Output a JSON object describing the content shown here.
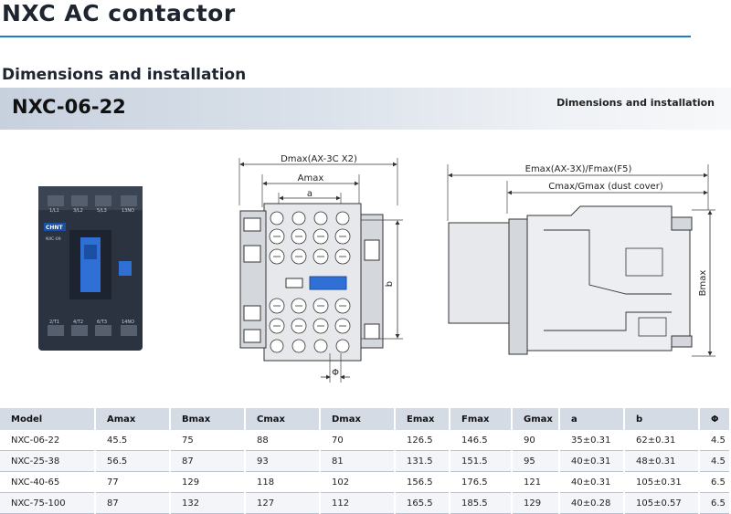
{
  "page": {
    "title": "NXC AC contactor",
    "section": "Dimensions and installation"
  },
  "band": {
    "model": "NXC-06-22",
    "label": "Dimensions and installation"
  },
  "product_photo": {
    "brand": "CHNT",
    "model": "NXC-09",
    "top_terminals": [
      "1/L1",
      "3/L2",
      "5/L3",
      "13NO"
    ],
    "bottom_terminals": [
      "2/T1",
      "4/T2",
      "6/T3",
      "14NO"
    ],
    "colors": {
      "body": "#2b3340",
      "accent": "#2f6fd6",
      "logo_bg": "#1a4fa3"
    }
  },
  "front_drawing": {
    "labels": {
      "dmax": "Dmax(AX-3C X2)",
      "amax": "Amax",
      "a": "a",
      "b": "b",
      "phi": "Φ"
    }
  },
  "side_drawing": {
    "labels": {
      "emax": "Emax(AX-3X)/Fmax(F5)",
      "cmax": "Cmax/Gmax (dust cover)",
      "bmax": "Bmax"
    }
  },
  "table": {
    "headers": [
      "Model",
      "Amax",
      "Bmax",
      "Cmax",
      "Dmax",
      "Emax",
      "Fmax",
      "Gmax",
      "a",
      "b",
      "Φ"
    ],
    "rows": [
      [
        "NXC-06-22",
        "45.5",
        "75",
        "88",
        "70",
        "126.5",
        "146.5",
        "90",
        "35±0.31",
        "62±0.31",
        "4.5"
      ],
      [
        "NXC-25-38",
        "56.5",
        "87",
        "93",
        "81",
        "131.5",
        "151.5",
        "95",
        "40±0.31",
        "48±0.31",
        "4.5"
      ],
      [
        "NXC-40-65",
        "77",
        "129",
        "118",
        "102",
        "156.5",
        "176.5",
        "121",
        "40±0.31",
        "105±0.31",
        "6.5"
      ],
      [
        "NXC-75-100",
        "87",
        "132",
        "127",
        "112",
        "165.5",
        "185.5",
        "129",
        "40±0.28",
        "105±0.57",
        "6.5"
      ]
    ]
  }
}
